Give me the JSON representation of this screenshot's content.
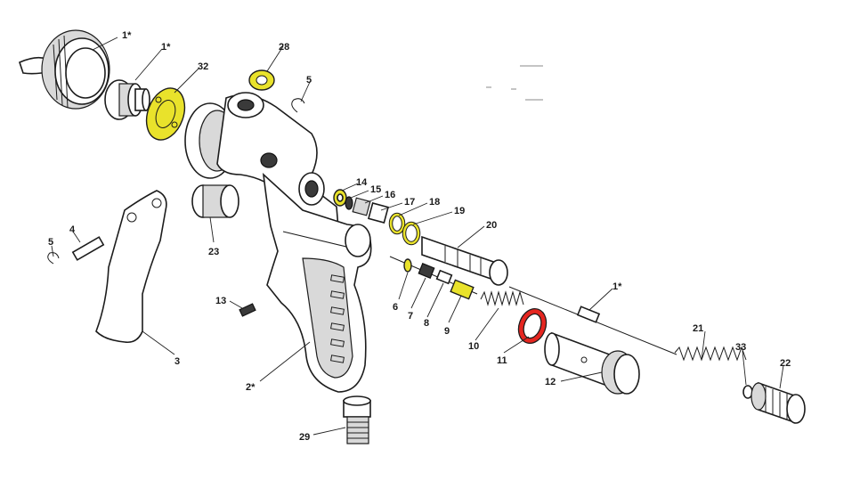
{
  "colors": {
    "highlight_yellow": "#e9e22b",
    "highlight_red": "#e52620",
    "line": "#1c1c1c",
    "shade": "#d9d9d9"
  },
  "labels": {
    "p1a": "1*",
    "p1b": "1*",
    "p1c": "1*",
    "p2": "2*",
    "p3": "3",
    "p4": "4",
    "p5a": "5",
    "p5b": "5",
    "p6": "6",
    "p7": "7",
    "p8": "8",
    "p9": "9",
    "p10": "10",
    "p11": "11",
    "p12": "12",
    "p13": "13",
    "p14": "14",
    "p15": "15",
    "p16": "16",
    "p17": "17",
    "p18": "18",
    "p19": "19",
    "p20": "20",
    "p21": "21",
    "p22": "22",
    "p23": "23",
    "p28": "28",
    "p29": "29",
    "p32": "32",
    "p33": "33"
  },
  "highlighted_parts": {
    "yellow": [
      "32",
      "28",
      "14",
      "9",
      "18",
      "19"
    ],
    "red": [
      "11"
    ]
  }
}
